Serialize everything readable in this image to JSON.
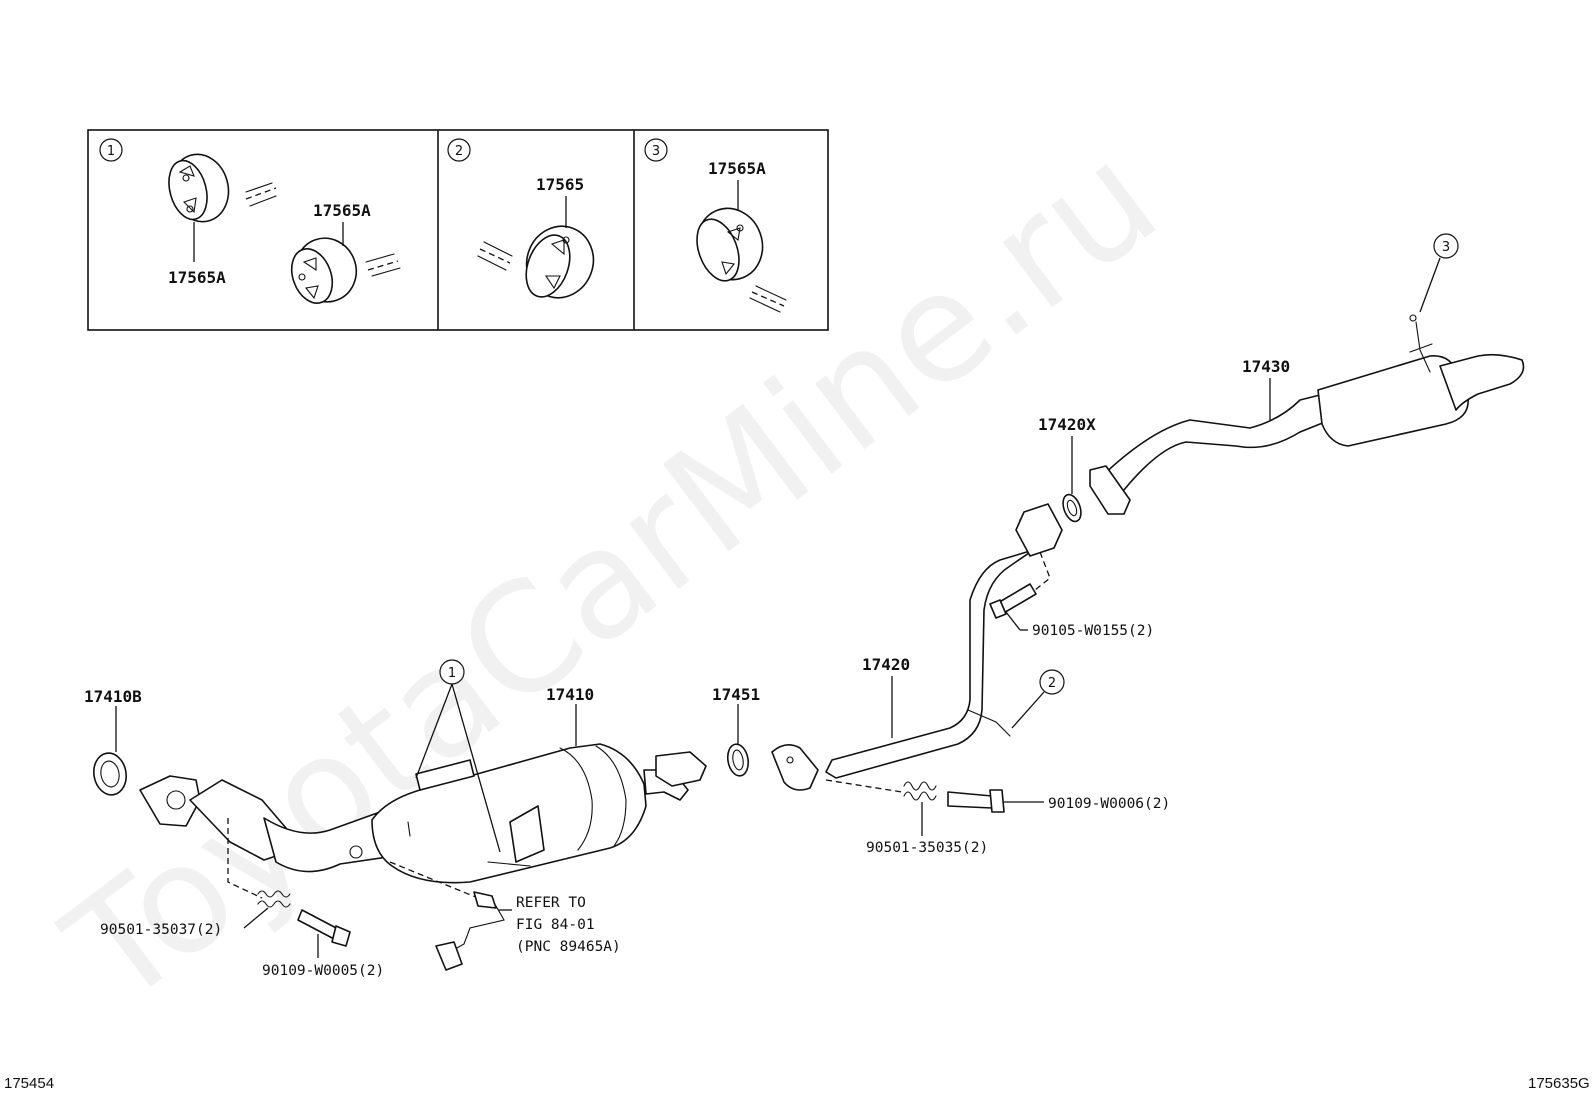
{
  "watermark": "ToyotaCarMine.ru",
  "callouts": {
    "c1": "1",
    "c2": "2",
    "c3": "3"
  },
  "labels": {
    "inset1_a": "17565A",
    "inset1_b": "17565A",
    "inset2": "17565",
    "inset3": "17565A",
    "p17430": "17430",
    "p17420x": "17420X",
    "p90105": "90105-W0155(2)",
    "p17420": "17420",
    "p17451": "17451",
    "p17410": "17410",
    "p17410b": "17410B",
    "p90109_w0006": "90109-W0006(2)",
    "p90501_35035": "90501-35035(2)",
    "p90501_35037": "90501-35037(2)",
    "p90109_w0005": "90109-W0005(2)",
    "refer_line1": "REFER TO",
    "refer_line2": "FIG 84-01",
    "refer_line3": "(PNC 89465A)"
  },
  "footer": {
    "left_code": "175454",
    "right_code": "175635G"
  }
}
